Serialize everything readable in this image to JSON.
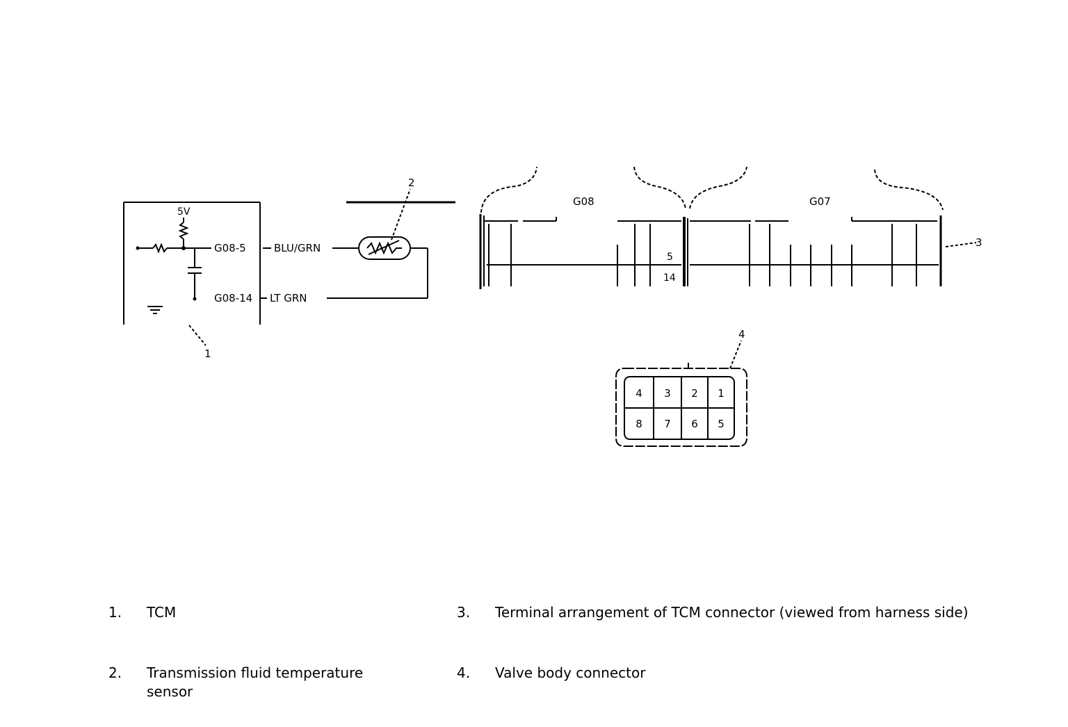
{
  "schematic": {
    "voltage_label": "5V",
    "tcm_pin_top": "G08-5",
    "tcm_pin_bottom": "G08-14",
    "wire_top": "BLU/GRN",
    "wire_bottom": "LT GRN",
    "callout_tcm": "1",
    "callout_sensor": "2"
  },
  "connector_face": {
    "label_left": "G08",
    "label_right": "G07",
    "pin_top": "5",
    "pin_bottom": "14",
    "callout": "3"
  },
  "valve_connector": {
    "callout": "4",
    "row1": [
      "4",
      "3",
      "2",
      "1"
    ],
    "row2": [
      "8",
      "7",
      "6",
      "5"
    ]
  },
  "legend": [
    {
      "num": "1.",
      "text": "TCM"
    },
    {
      "num": "2.",
      "text": "Transmission fluid temperature sensor"
    },
    {
      "num": "3.",
      "text": "Terminal arrangement of TCM connector (viewed from harness side)"
    },
    {
      "num": "4.",
      "text": "Valve body connector"
    }
  ]
}
